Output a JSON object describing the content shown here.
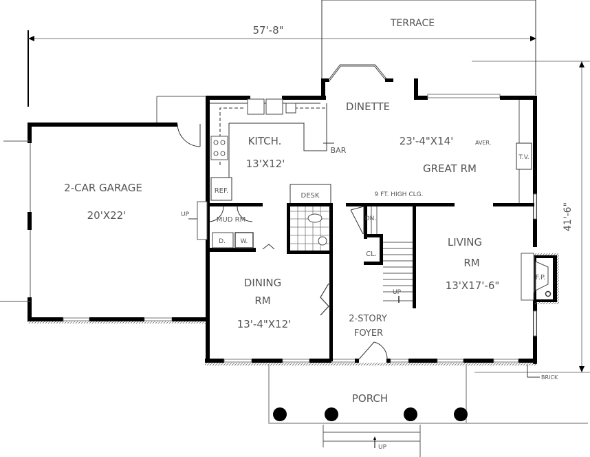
{
  "plan": {
    "overall_width": "57'-8\"",
    "overall_depth": "41'-6\"",
    "ceiling_note": "9 FT. HIGH CLG.",
    "brick_note": "BRICK"
  },
  "rooms": {
    "terrace": {
      "name": "TERRACE"
    },
    "dinette": {
      "name": "DINETTE"
    },
    "kitchen": {
      "name": "KITCH.",
      "size": "13'X12'"
    },
    "great_room": {
      "name": "GREAT RM",
      "size": "23'-4\"X14'",
      "size_note": "AVER."
    },
    "garage": {
      "name": "2-CAR GARAGE",
      "size": "20'X22'"
    },
    "mud_room": {
      "name": "MUD RM"
    },
    "dining_room": {
      "name": "DINING",
      "name2": "RM",
      "size": "13'-4\"X12'"
    },
    "living_room": {
      "name": "LIVING",
      "name2": "RM",
      "size": "13'X17'-6\""
    },
    "foyer": {
      "name": "2-STORY",
      "name2": "FOYER"
    },
    "porch": {
      "name": "PORCH"
    }
  },
  "fixtures": {
    "refrigerator": "REF.",
    "desk": "DESK",
    "bar": "BAR",
    "tv": "T.V.",
    "fireplace": "F.P.",
    "dryer": "D.",
    "washer": "W.",
    "closet": "CL.",
    "stair_down": "DN.",
    "stair_up": "UP",
    "garage_up": "UP",
    "porch_up": "UP"
  }
}
